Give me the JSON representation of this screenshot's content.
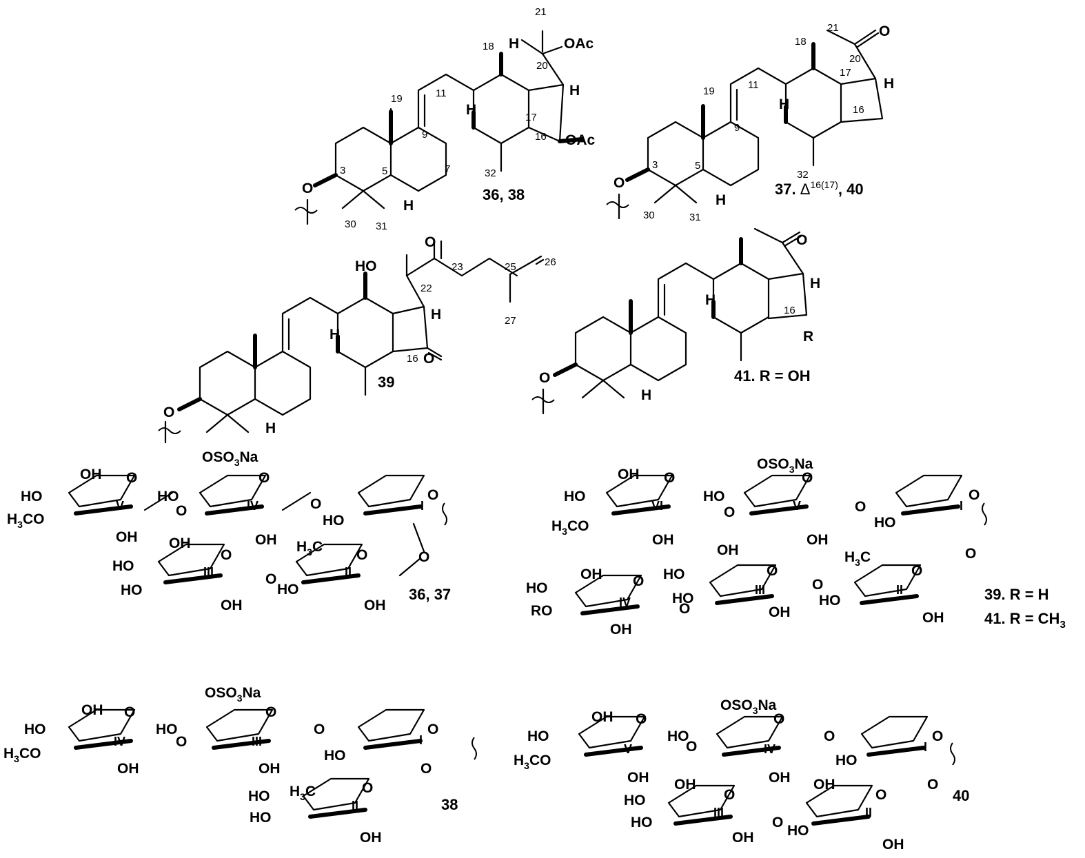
{
  "compound_labels": {
    "c36_38": "36, 38",
    "c37_40_prefix": "37. ",
    "c37_40_delta": "Δ",
    "c37_40_sup": "16(17)",
    "c37_40_suffix": ", 40",
    "c39": "39",
    "c41": "41. R = OH",
    "sugar_36_37": "36, 37",
    "sugar_39": "39. R = H",
    "sugar_41": "41. R = CH",
    "sugar_41_sub": "3",
    "sugar_38": "38",
    "sugar_40": "40"
  },
  "atom_labels": {
    "h": "H",
    "o": "O",
    "oac": "OAc",
    "ho": "HO",
    "oh": "OH",
    "r": "R",
    "ro": "RO",
    "osulf_pre": "OSO",
    "osulf_sub": "3",
    "osulf_post": "Na",
    "methoxy_pre": "H",
    "methoxy_sub": "3",
    "methoxy_post": "CO",
    "methyl_pre": "H",
    "methyl_sub": "3",
    "methyl_post": "C"
  },
  "ring_labels": [
    "I",
    "II",
    "III",
    "IV",
    "V",
    "VI"
  ],
  "carbon_numbers": {
    "s36": [
      "21",
      "20",
      "18",
      "19",
      "11",
      "17",
      "9",
      "16",
      "3",
      "5",
      "7",
      "32",
      "30",
      "31"
    ],
    "s37": [
      "21",
      "20",
      "18",
      "19",
      "11",
      "17",
      "9",
      "16",
      "3",
      "5",
      "32",
      "30",
      "31"
    ],
    "s39": [
      "22",
      "23",
      "25",
      "26",
      "27",
      "16"
    ]
  }
}
